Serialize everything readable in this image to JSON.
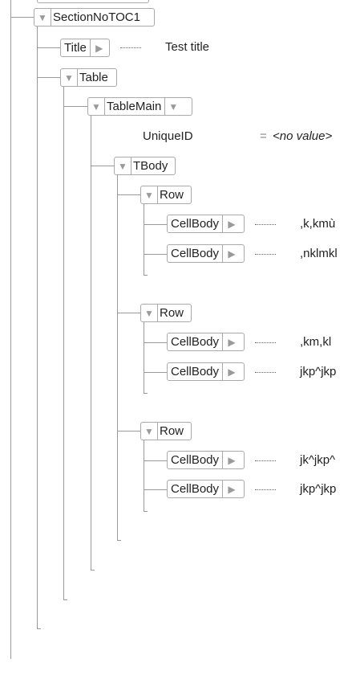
{
  "tree": {
    "section": {
      "label": "SectionNoTOC1"
    },
    "title": {
      "label": "Title",
      "value": "Test title"
    },
    "table": {
      "label": "Table"
    },
    "table_main": {
      "label": "TableMain"
    },
    "unique_id": {
      "name": "UniqueID",
      "eq": "=",
      "value": "<no value>"
    },
    "tbody": {
      "label": "TBody"
    },
    "rows": [
      {
        "label": "Row",
        "cells": [
          {
            "label": "CellBody",
            "value": ",k,kmù"
          },
          {
            "label": "CellBody",
            "value": ",nklmkl"
          }
        ]
      },
      {
        "label": "Row",
        "cells": [
          {
            "label": "CellBody",
            "value": ",km,kl"
          },
          {
            "label": "CellBody",
            "value": "jkp^jkp"
          }
        ]
      },
      {
        "label": "Row",
        "cells": [
          {
            "label": "CellBody",
            "value": "jk^jkp^"
          },
          {
            "label": "CellBody",
            "value": "jkp^jkp"
          }
        ]
      }
    ]
  }
}
